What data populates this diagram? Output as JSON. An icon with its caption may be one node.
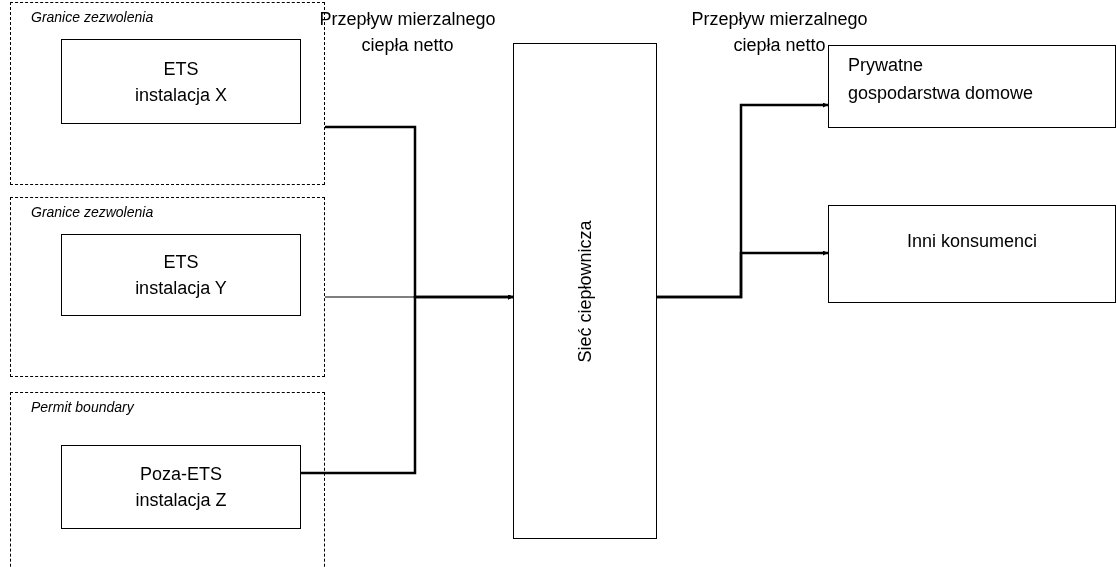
{
  "diagram": {
    "nodes": [
      {
        "text": [
          "Granice zezwolenia"
        ]
      },
      {
        "text": [
          "ETS instalacja X"
        ],
        "in": 0
      },
      {
        "text": [
          "Granice zezwolenia"
        ]
      },
      {
        "text": [
          "ETS instalacja Y"
        ],
        "in": 2
      },
      {
        "text": [
          "Permit boundary"
        ]
      },
      {
        "text": [
          "Poza-ETS instalacja Z"
        ],
        "in": 4
      },
      {
        "text": [
          "Sieć ciepłownicza"
        ]
      },
      {
        "text": [
          "Prywatne gospodarstwa domowe"
        ]
      },
      {
        "text": [
          "Inni konsumenci"
        ]
      }
    ],
    "edges": [
      {
        "from": 0,
        "to": 6,
        "arrow": "to"
      },
      {
        "from": 2,
        "to": 6,
        "arrow": "to"
      },
      {
        "from": 5,
        "to": 6,
        "arrow": "to"
      },
      {
        "from": 6,
        "to": 7,
        "arrow": "to"
      },
      {
        "from": 6,
        "to": 8,
        "arrow": "to"
      }
    ],
    "labels": [
      "Przepływ mierzalnego ciepła netto",
      "Przepływ mierzalnego ciepła netto"
    ]
  }
}
